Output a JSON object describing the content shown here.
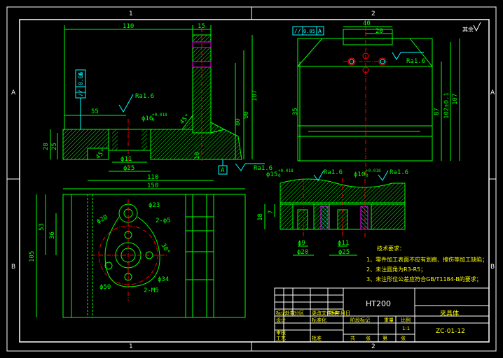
{
  "zones": {
    "top": [
      "1",
      "2"
    ],
    "bottom": [
      "1",
      "2"
    ],
    "left": [
      "A",
      "B"
    ],
    "right": [
      "A",
      "B"
    ]
  },
  "front_view": {
    "dims": {
      "w110": "110",
      "w15": "15",
      "h107": "107",
      "h90": "90",
      "h80": "80",
      "w55": "55",
      "h28": "28",
      "h25": "25",
      "w16": "ϕ16",
      "w16_tol": "+0.018",
      "w16_tol0": "0",
      "w11": "ϕ11",
      "w25": "ϕ25",
      "w110b": "110",
      "h10": "10",
      "r45": "45°",
      "c45": "45°"
    },
    "tolerance_box": {
      "sym": "//",
      "val": "0.05",
      "ref": "A"
    },
    "roughness": [
      "Ra1.6",
      "Ra1.6"
    ],
    "datum": "A"
  },
  "side_view": {
    "dims": {
      "w40": "40",
      "w20": "20",
      "h35": "35",
      "h87": "87",
      "h102": "102±0.1",
      "h107": "107"
    },
    "tolerance_box": {
      "sym": "//",
      "val": "0.05",
      "ref": "A"
    },
    "roughness": "Ra1.6",
    "general_roughness": "其余"
  },
  "top_view": {
    "dims": {
      "w150": "150",
      "h105": "105",
      "h53": "53",
      "h36": "36",
      "d23": "ϕ23",
      "d20": "ϕ20",
      "holes5": "2-ϕ5",
      "d50": "ϕ50",
      "d34": "ϕ34",
      "m5": "2-M5",
      "a30": "30°"
    }
  },
  "section_view": {
    "dims": {
      "d15": "ϕ15",
      "d15_tol": "+0.018",
      "d15_tol0": "0",
      "d10": "ϕ10",
      "d10_tol": "+0.018",
      "d10_tol0": "0",
      "h18": "18",
      "h7": "7",
      "d9": "ϕ9",
      "d20": "ϕ20",
      "d11": "ϕ11",
      "d25": "ϕ25"
    },
    "roughness": [
      "Ra1.6",
      "Ra1.6"
    ]
  },
  "tech_requirements": {
    "title": "技术要求：",
    "items": [
      "1、零件加工表面不应有划痕、擦伤等加工缺陷；",
      "2、未注圆角为R3-R5；",
      "3、未注形位公差应符合GB/T1184-B的要求；"
    ]
  },
  "title_block": {
    "material": "HT200",
    "part_name": "夹具体",
    "drawing_no": "ZC-01-12",
    "scale": "1:1",
    "labels": [
      "标记",
      "处数",
      "分区",
      "更改文件号",
      "签名",
      "年月日",
      "设计",
      "标准化",
      "阶段标记",
      "重量",
      "比例",
      "审核",
      "工艺",
      "批准",
      "共",
      "张",
      "第",
      "张"
    ]
  },
  "colors": {
    "outline": "#00ff00",
    "hatch": "#00ff00",
    "center": "#ff0000",
    "text": "#ffffff",
    "cyan": "#00ffff",
    "magenta": "#ff00ff",
    "yellow": "#ffff00",
    "bg": "#000000"
  }
}
